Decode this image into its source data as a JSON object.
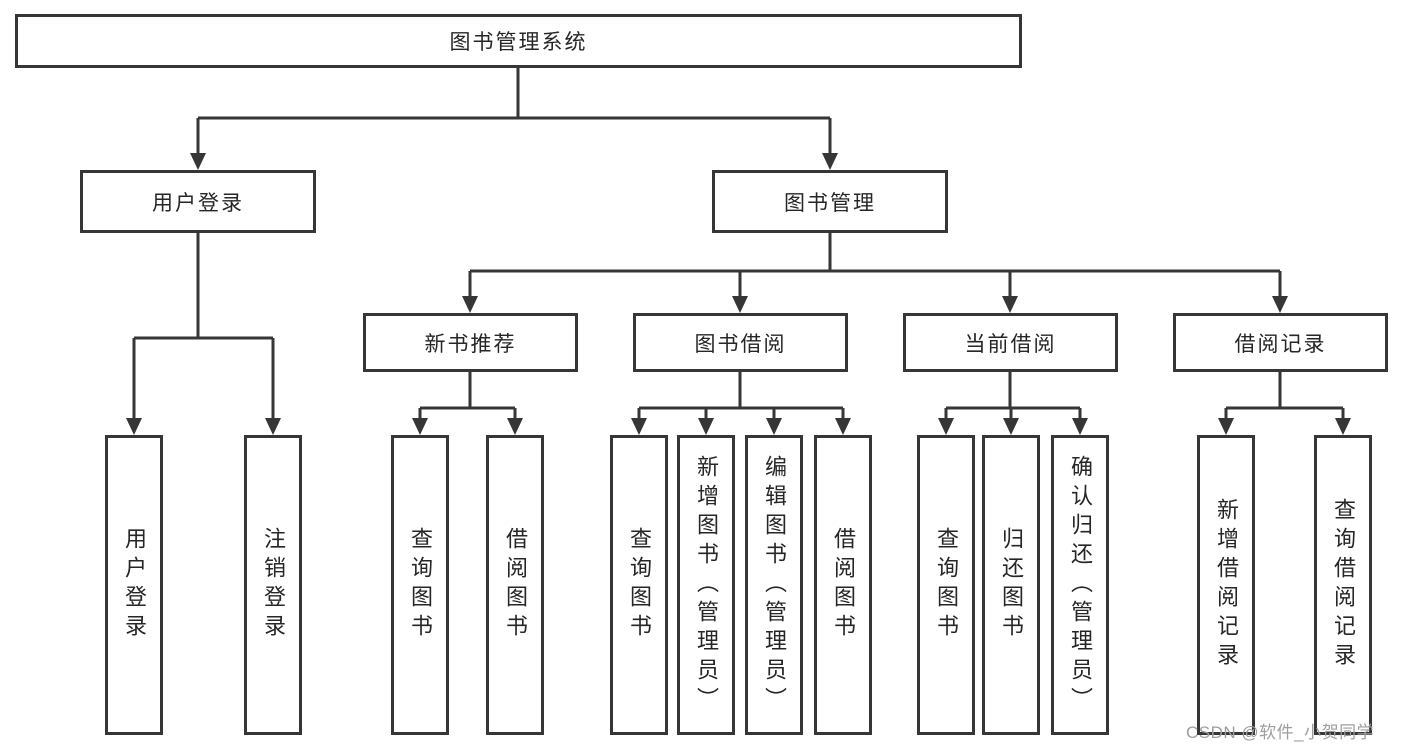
{
  "diagram": {
    "root": {
      "label": "图书管理系统"
    },
    "level2": {
      "user_login": {
        "label": "用户登录"
      },
      "book_management": {
        "label": "图书管理"
      }
    },
    "level3": {
      "new_book_recommend": {
        "label": "新书推荐"
      },
      "book_borrow": {
        "label": "图书借阅"
      },
      "current_borrow": {
        "label": "当前借阅"
      },
      "borrow_records": {
        "label": "借阅记录"
      }
    },
    "leaves": {
      "user_login": [
        "用户登录",
        "注销登录"
      ],
      "new_book_recommend": [
        "查询图书",
        "借阅图书"
      ],
      "book_borrow": [
        "查询图书",
        "新增图书（管理员）",
        "编辑图书（管理员）",
        "借阅图书"
      ],
      "current_borrow": [
        "查询图书",
        "归还图书",
        "确认归还（管理员）"
      ],
      "borrow_records": [
        "新增借阅记录",
        "查询借阅记录"
      ]
    },
    "line_color": "#363636"
  },
  "watermark": {
    "text": "CSDN @软件_小贺同学"
  }
}
